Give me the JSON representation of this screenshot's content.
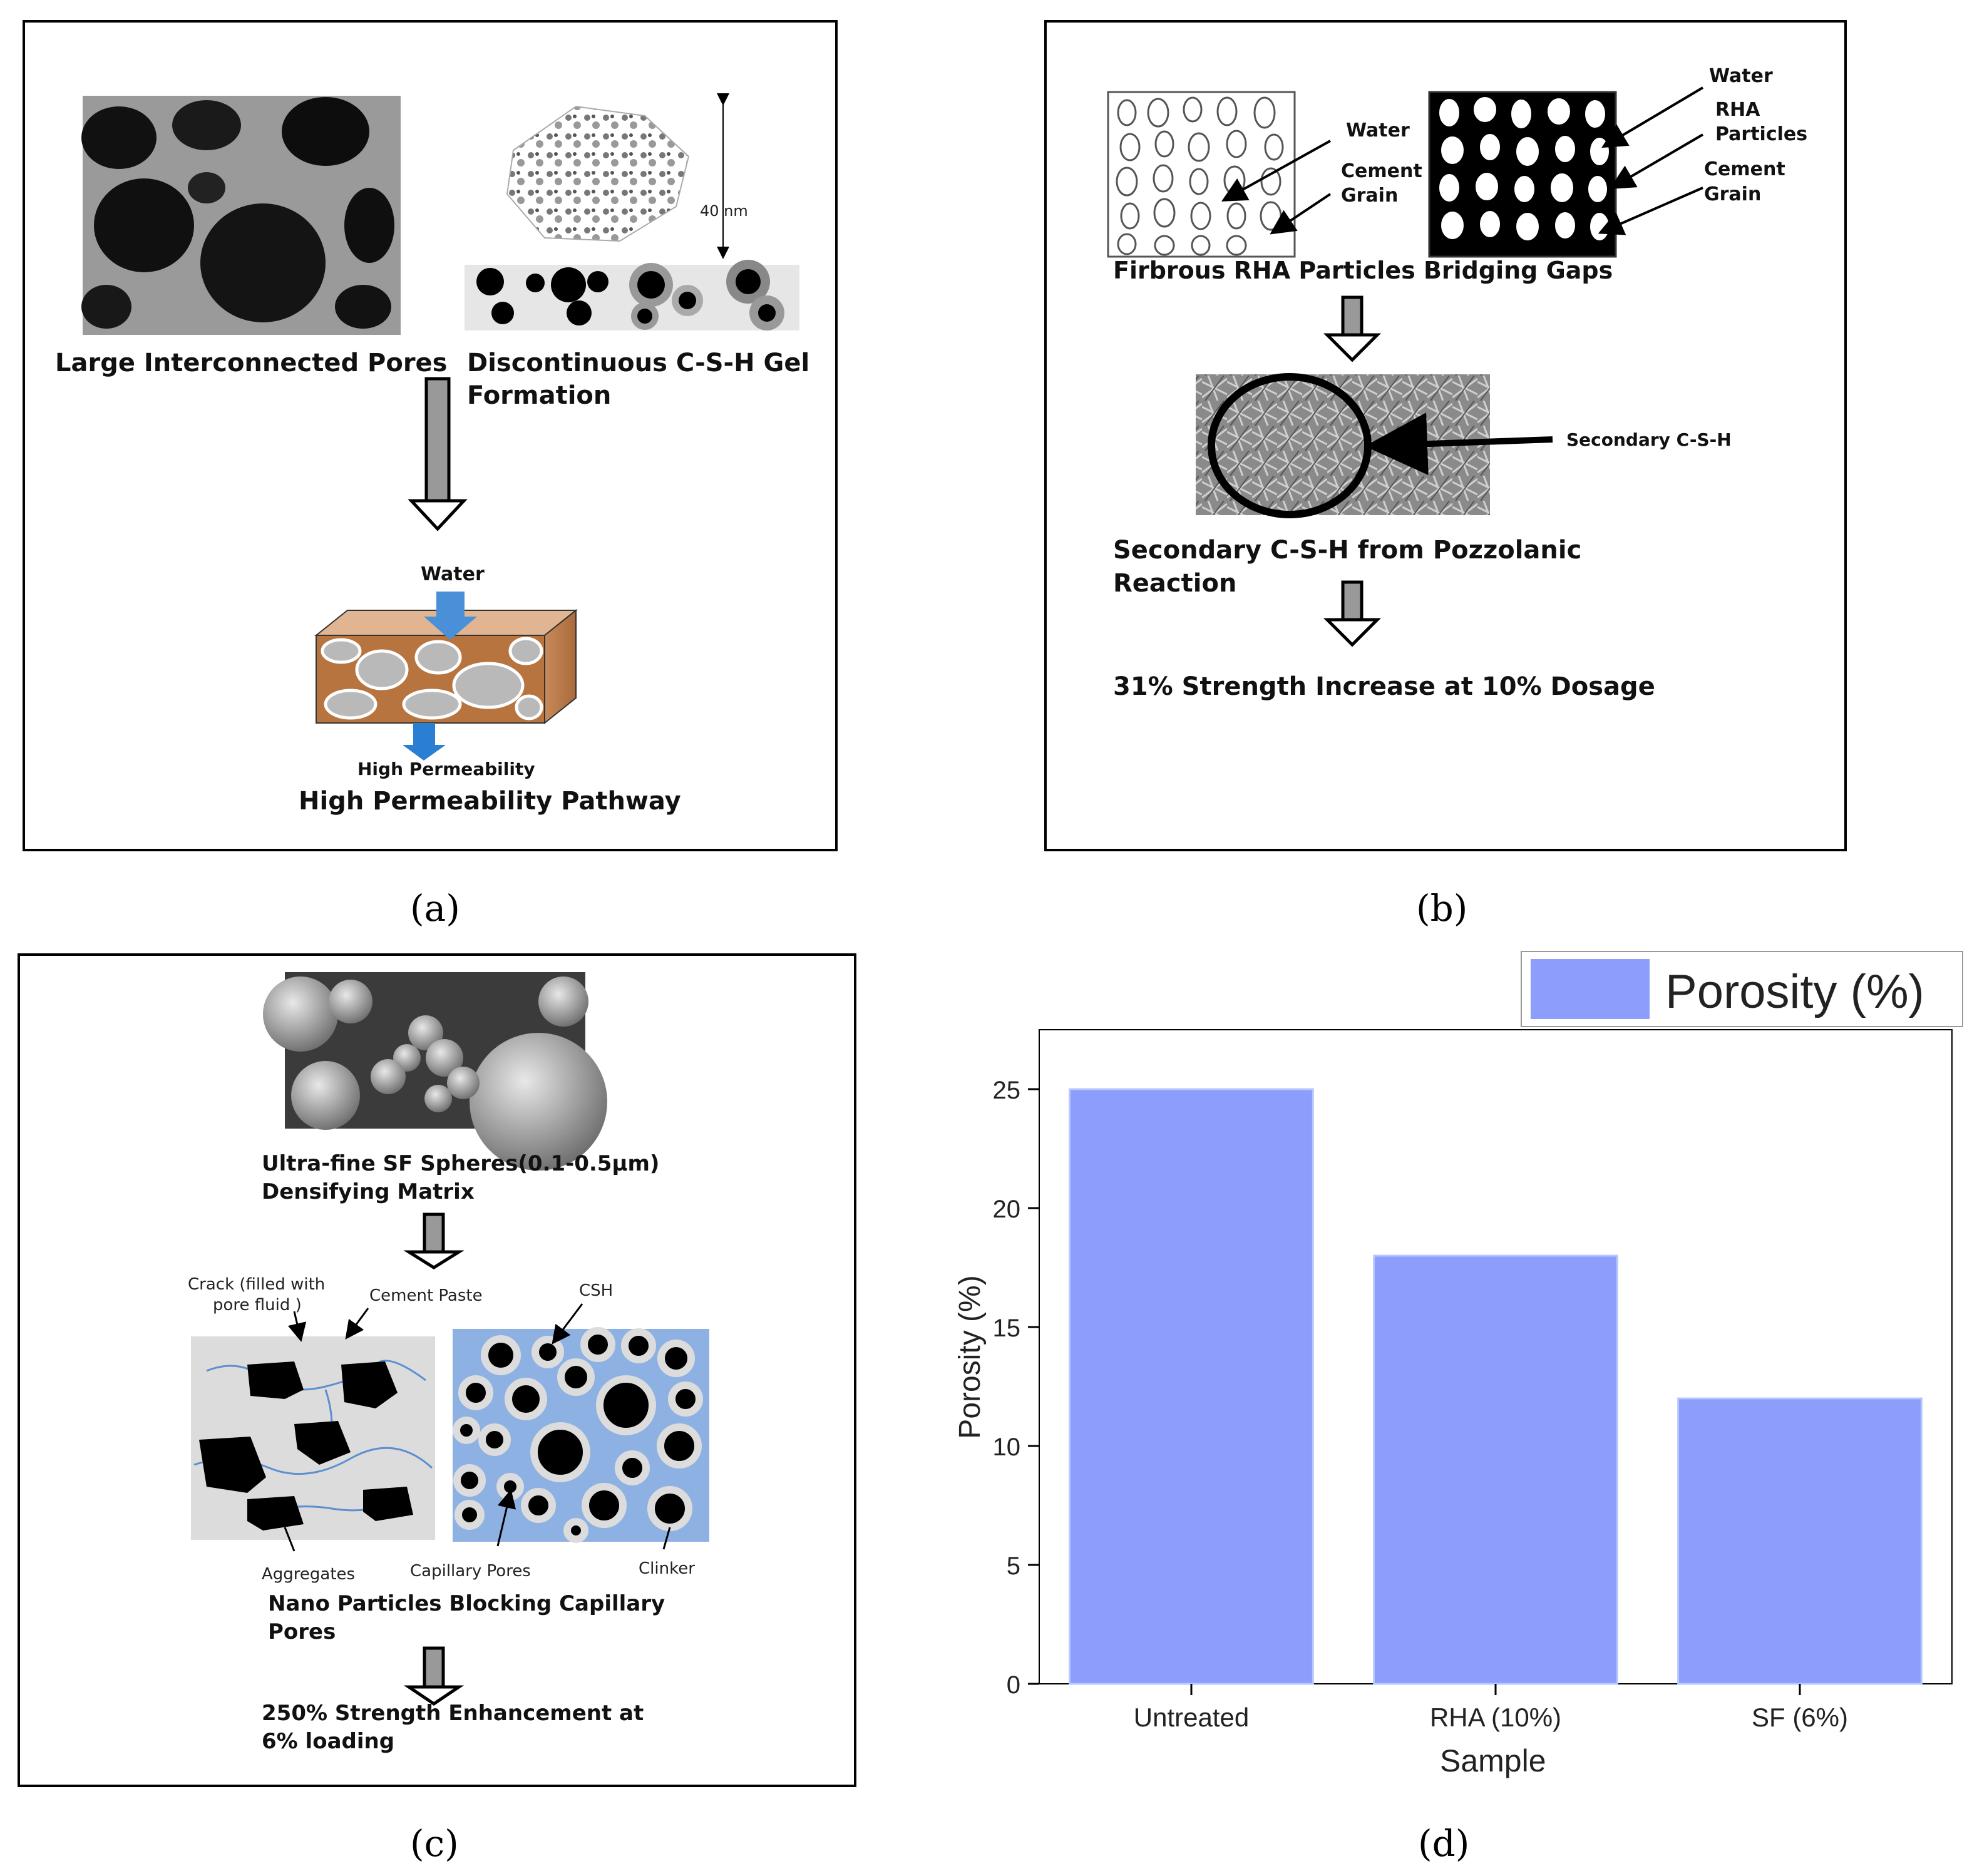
{
  "panel_a": {
    "pores_label": "Large Interconnected Pores",
    "gel_label_1": "Discontinuous  C-S-H Gel",
    "gel_label_2": "Formation",
    "scale_label": "40 nm",
    "water_label": "Water",
    "high_perm_small": "High Permeability",
    "pathway_label": "High Permeability Pathway",
    "caption": "(a)"
  },
  "panel_b": {
    "water_1": "Water",
    "cement_1a": "Cement",
    "cement_1b": "Grain",
    "water_2": "Water",
    "rha_a": "RHA",
    "rha_b": "Particles",
    "cement_2a": "Cement",
    "cement_2b": "Grain",
    "bridging_label": "Firbrous RHA Particles Bridging Gaps",
    "secondary_tag": "Secondary C-S-H",
    "secondary_1": "Secondary C-S-H from Pozzolanic",
    "secondary_2": "Reaction",
    "strength_label": "31% Strength Increase at 10% Dosage",
    "caption": "(b)"
  },
  "panel_c": {
    "sf_1": "Ultra-fine SF Spheres(0.1-0.5µm)",
    "sf_2": "Densifying Matrix",
    "crack_1": "Crack (filled with",
    "crack_2": "pore fluid )",
    "cement_paste": "Cement Paste",
    "csh": "CSH",
    "aggregates": "Aggregates",
    "capillary": "Capillary Pores",
    "clinker": "Clinker",
    "nano_1": "Nano Particles Blocking Capillary",
    "nano_2": "Pores",
    "strength_1": "250% Strength Enhancement at",
    "strength_2": "6% loading",
    "caption": "(c)"
  },
  "panel_d": {
    "caption": "(d)"
  },
  "chart_data": {
    "type": "bar",
    "categories": [
      "Untreated",
      "RHA (10%)",
      "SF (6%)"
    ],
    "series": [
      {
        "name": "Porosity (%)",
        "values": [
          25,
          18,
          12
        ]
      }
    ],
    "xlabel": "Sample",
    "ylabel": "Porosity (%)",
    "ylim": [
      0,
      27.5
    ],
    "yticks": [
      0,
      5,
      10,
      15,
      20,
      25
    ],
    "legend_position": "top-right",
    "bar_color": "#8c9dfc"
  }
}
